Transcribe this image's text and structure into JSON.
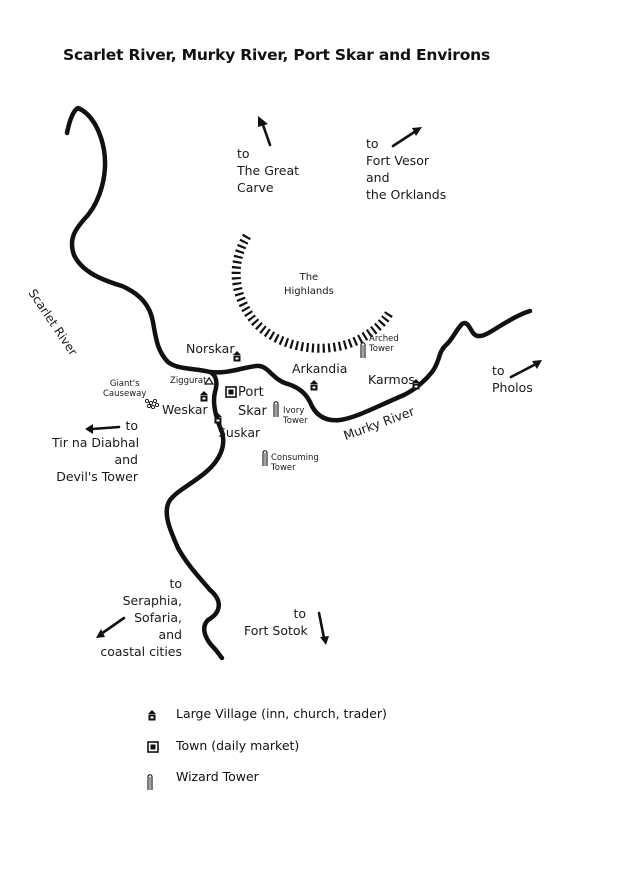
{
  "title": "Scarlet River, Murky River, Port Skar and Environs",
  "rivers": {
    "scarlet": "Scarlet River",
    "murky": "Murky River"
  },
  "regions": {
    "highlands": [
      "The",
      "Highlands"
    ]
  },
  "settlements": {
    "norskar": "Norskar",
    "arkandia": "Arkandia",
    "karmos": "Karmos",
    "weskar": "Weskar",
    "suskar": "Suskar",
    "port_skar": [
      "Port",
      "Skar"
    ]
  },
  "landmarks": {
    "ziggurat": "Ziggurat",
    "giants_causeway": [
      "Giant's",
      "Causeway"
    ],
    "arched_tower": [
      "Arched",
      "Tower"
    ],
    "ivory_tower": [
      "Ivory",
      "Tower"
    ],
    "consuming_tower": [
      "Consuming",
      "Tower"
    ]
  },
  "directions": {
    "great_carve": [
      "to",
      "The Great",
      "Carve"
    ],
    "fort_vesor": [
      "to",
      "Fort Vesor",
      "and",
      "the Orklands"
    ],
    "pholos": [
      "to",
      "Pholos"
    ],
    "tir_na": [
      "to",
      "Tir na Diabhal",
      "and",
      "Devil's Tower"
    ],
    "seraphia": [
      "to",
      "Seraphia,",
      "Sofaria,",
      "and",
      "coastal cities"
    ],
    "fort_sotok": [
      "to",
      "Fort Sotok"
    ]
  },
  "legend": {
    "large_village": "Large Village (inn, church, trader)",
    "town": "Town (daily market)",
    "wizard_tower": "Wizard Tower"
  },
  "colors": {
    "ink": "#111111",
    "background": "#ffffff"
  },
  "icons": {
    "large_village": "house-icon",
    "town": "square-in-square-icon",
    "wizard_tower": "tower-icon",
    "ziggurat": "triangle-icon",
    "direction": "arrow-icon"
  }
}
